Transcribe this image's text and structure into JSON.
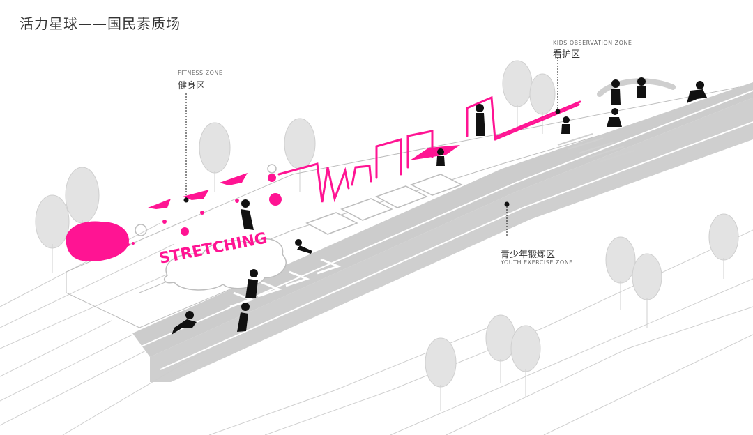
{
  "title": "活力星球——国民素质场",
  "colors": {
    "accent": "#ff1493",
    "track": "#cccccc",
    "tree": "#e3e3e3",
    "silhouette": "#111111",
    "line": "#bdbdbd"
  },
  "zones": {
    "fitness": {
      "en": "FITNESS ZONE",
      "cn": "健身区"
    },
    "kids": {
      "en": "KIDS OBSERVATION ZONE",
      "cn": "看护区"
    },
    "youth": {
      "en": "YOUTH EXERCISE ZONE",
      "cn": "青少年锻炼区"
    }
  },
  "wall_text": "STRETCHING"
}
